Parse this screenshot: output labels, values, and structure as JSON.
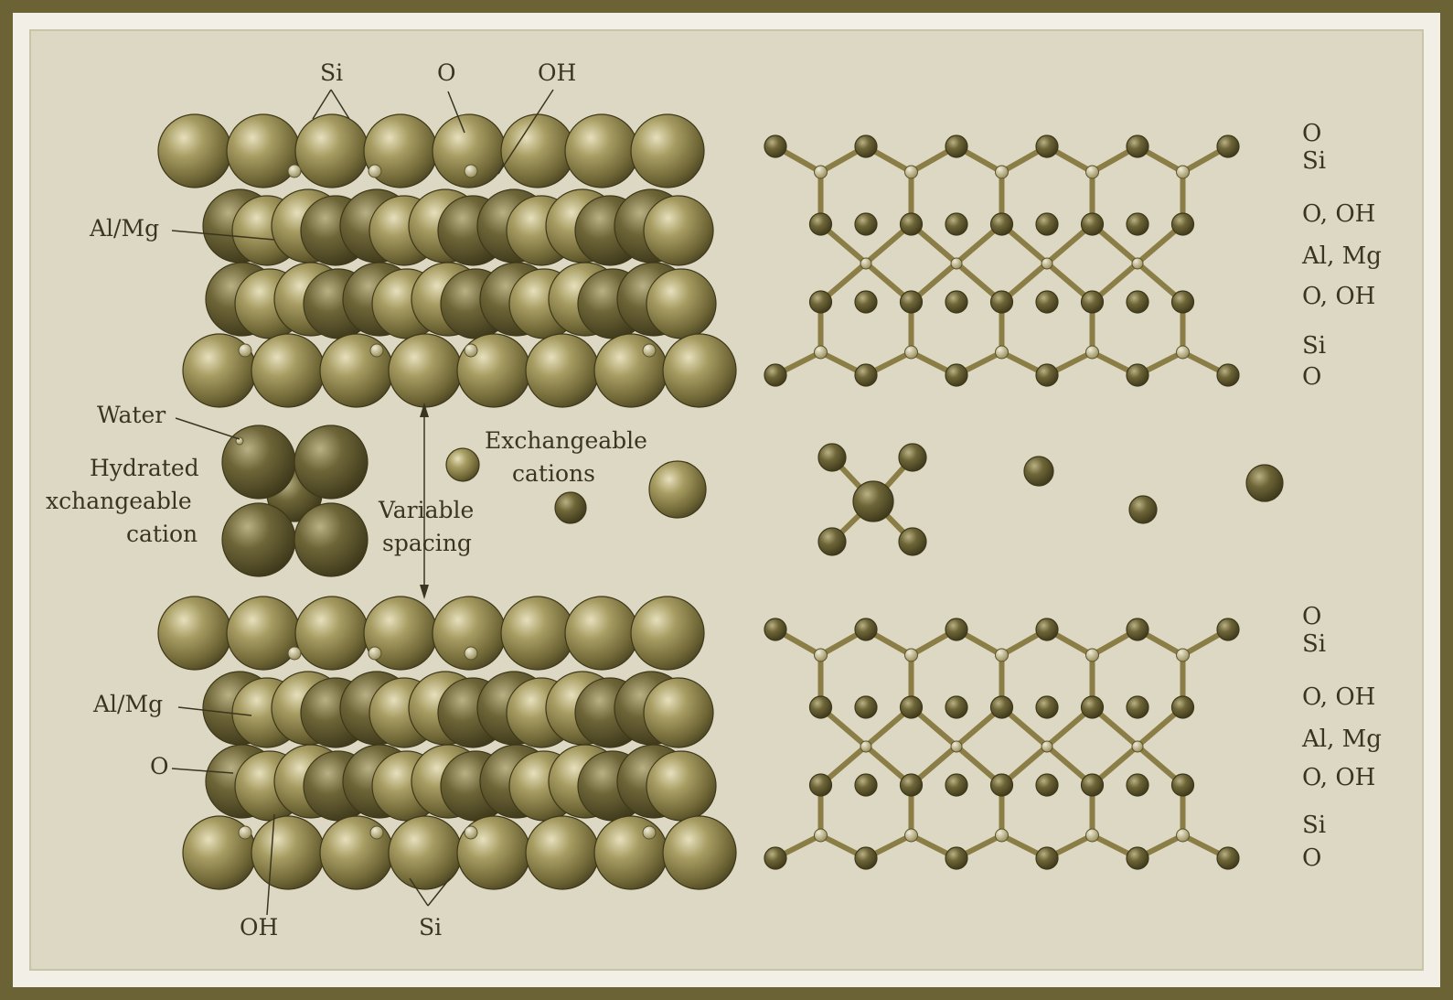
{
  "left_labels": {
    "top_si": "Si",
    "top_o": "O",
    "top_oh": "OH",
    "almg_1": "Al/Mg",
    "water": "Water",
    "hydrated_1": "Hydrated",
    "hydrated_2": "xchangeable",
    "hydrated_3": "cation",
    "variable_1": "Variable",
    "variable_2": "spacing",
    "exch_1": "Exchangeable",
    "exch_2": "cations",
    "almg_2": "Al/Mg",
    "o_bottom": "O",
    "oh_bottom": "OH",
    "si_bottom": "Si"
  },
  "right_labels_top": [
    "O",
    "Si",
    "O, OH",
    "Al, Mg",
    "O, OH",
    "Si",
    "O"
  ],
  "right_labels_bottom": [
    "O",
    "Si",
    "O, OH",
    "Al, Mg",
    "O, OH",
    "Si",
    "O"
  ],
  "colors": {
    "frame": "#6b6236",
    "background": "#dcd8c4",
    "sphere": "#8f8550",
    "bond": "#8a7d45"
  }
}
